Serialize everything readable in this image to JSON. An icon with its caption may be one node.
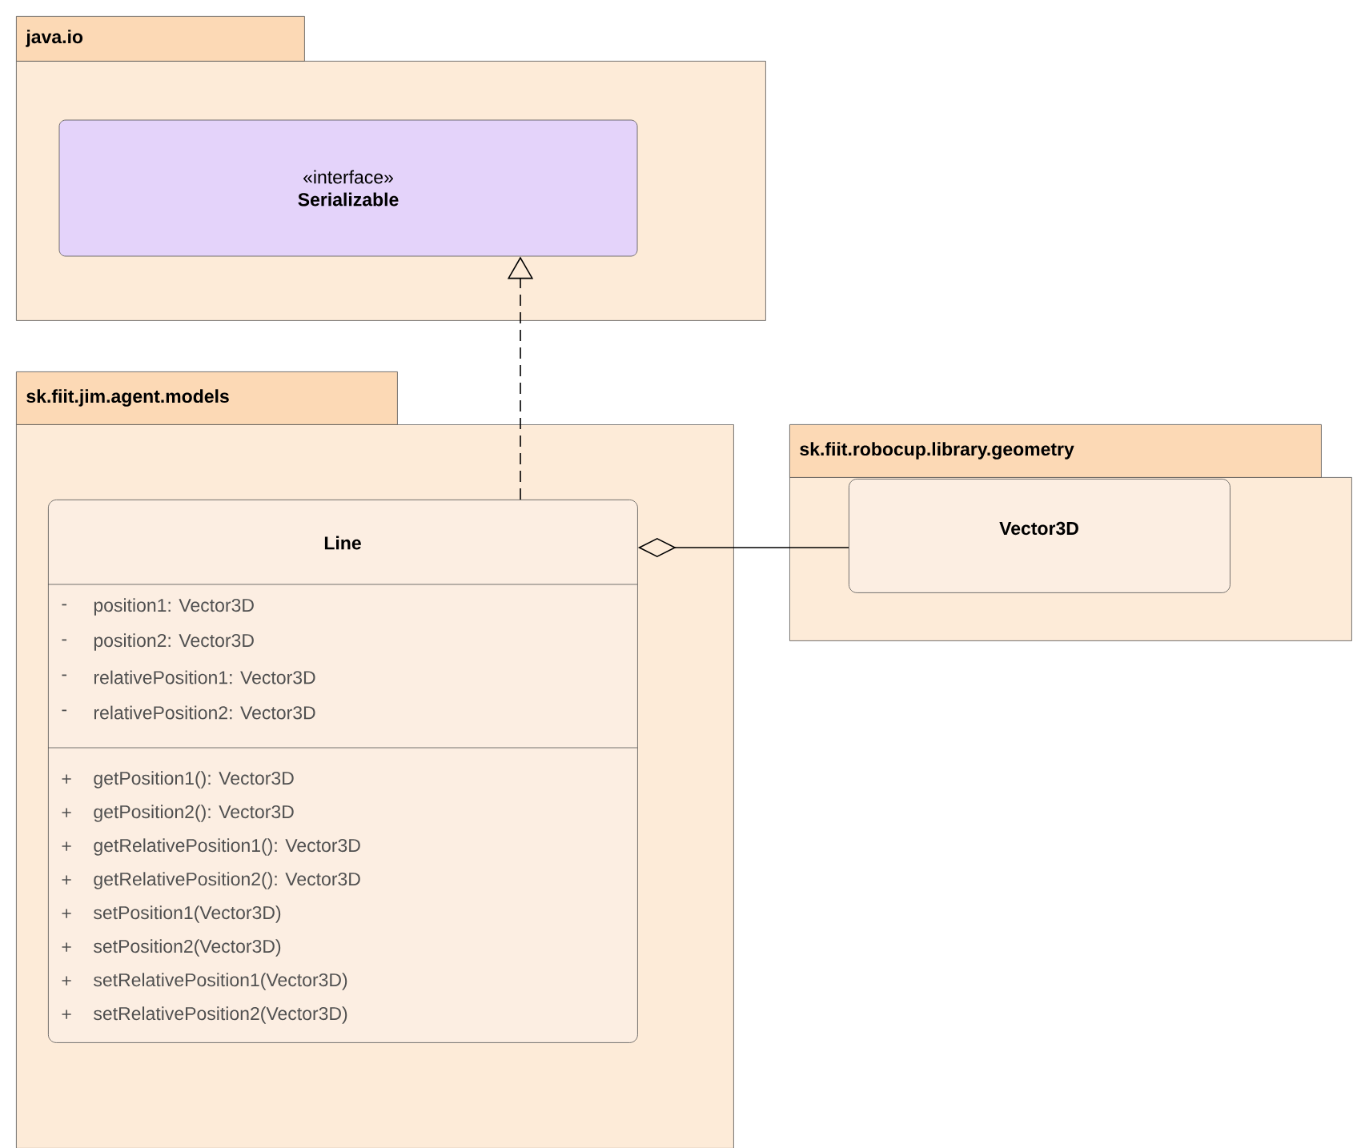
{
  "diagram": {
    "nodes": [
      {
        "text": [
          "java.io"
        ]
      },
      {
        "text": [
          "«interface»",
          "Serializable"
        ],
        "in": 0
      },
      {
        "text": [
          "sk.fiit.jim.agent.models"
        ]
      },
      {
        "text": [
          "Line",
          "-",
          "position1: Vector3D",
          "-",
          "position2: Vector3D",
          "-",
          "relativePosition1: Vector3D",
          "-",
          "relativePosition2: Vector3D",
          "+",
          "getPosition1(): Vector3D",
          "+",
          "getPosition2(): Vector3D",
          "+",
          "getRelativePosition1(): Vector3D",
          "+",
          "getRelativePosition2(): Vector3D",
          "+",
          "setPosition1(Vector3D)",
          "+",
          "setPosition2(Vector3D)",
          "+",
          "setRelativePosition1(Vector3D)",
          "+",
          "setRelativePosition2(Vector3D)"
        ],
        "in": 2
      },
      {
        "text": [
          "sk.fiit.robocup.library.geometry"
        ]
      },
      {
        "text": [
          "Vector3D"
        ],
        "in": 4
      }
    ],
    "edges": [
      {
        "from": 3,
        "to": 1,
        "arrow": "to",
        "style": "dashed"
      },
      {
        "from": 3,
        "to": 5,
        "arrow": "other"
      }
    ]
  }
}
